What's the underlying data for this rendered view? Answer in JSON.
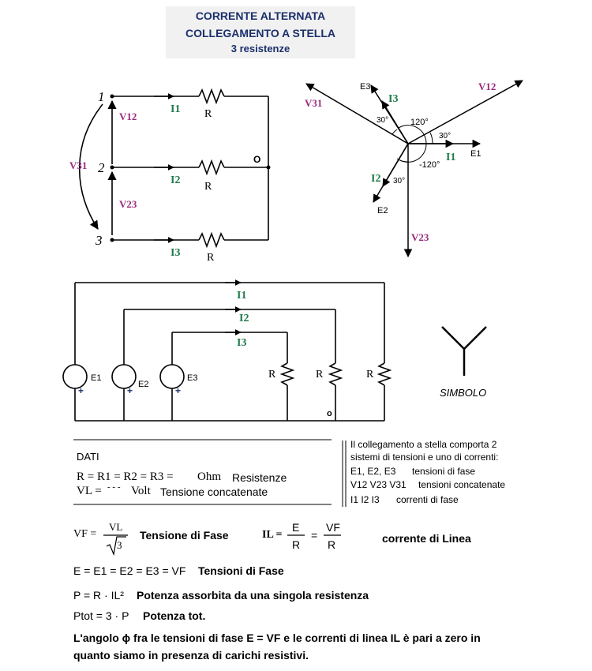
{
  "title": {
    "line1": "CORRENTE ALTERNATA",
    "line2": "COLLEGAMENTO A STELLA",
    "line3": "3 resistenze"
  },
  "colors": {
    "title": "#1a2f6b",
    "voltage": "#9a2a7d",
    "current": "#1f7a4a",
    "wire": "#000000"
  },
  "circuit1": {
    "node1": "1",
    "node2": "2",
    "node3": "3",
    "resistor": "R",
    "current1": "I1",
    "current2": "I2",
    "current3": "I3",
    "v12": "V12",
    "v23": "V23",
    "v31": "V31",
    "center": "O"
  },
  "phasor": {
    "e1": "E1",
    "e2": "E2",
    "e3": "E3",
    "i1": "I1",
    "i2": "I2",
    "i3": "I3",
    "v12": "V12",
    "v23": "V23",
    "v31": "V31",
    "angle120": "120°",
    "angleMinus120": "-120°",
    "angle30a": "30°",
    "angle30b": "30°",
    "angle30c": "30°"
  },
  "circuit2": {
    "current1": "I1",
    "current2": "I2",
    "current3": "I3",
    "source1": "E1",
    "source2": "E2",
    "source3": "E3",
    "resistor": "R",
    "plus": "+",
    "center": "o"
  },
  "symbol": {
    "label": "SIMBOLO"
  },
  "data": {
    "heading": "DATI",
    "resistances": "R = R1 = R2 = R3 =",
    "resistances_unit": "Ohm",
    "resistances_desc": "Resistenze",
    "voltage": "VL =",
    "voltage_value": "- - -",
    "voltage_unit": "Volt",
    "voltage_desc": "Tensione concatenate"
  },
  "notes": {
    "line1": "Il collegamento a stella comporta 2",
    "line2": "sistemi di tensioni e uno di correnti:",
    "line3_sym": "E1,   E2,   E3",
    "line3_desc": "tensioni di fase",
    "line4_sym": "V12   V23   V31",
    "line4_desc": "tensioni concatenate",
    "line5_sym": "I1   I2   I3",
    "line5_desc": "correnti di fase"
  },
  "formulas": {
    "vf_lhs": "VF =",
    "vf_num": "VL",
    "vf_den": "3",
    "vf_desc": "Tensione di Fase",
    "il_lhs": "IL =",
    "il_num1": "E",
    "il_den1": "R",
    "il_eq": "=",
    "il_num2": "VF",
    "il_den2": "R",
    "il_desc": "corrente di Linea",
    "e_eq": "E = E1 = E2 = E3 = VF",
    "e_desc": "Tensioni di Fase",
    "p_eq": "P = R · IL²",
    "p_desc": "Potenza assorbita da una singola resistenza",
    "ptot_eq": "Ptot = 3 · P",
    "ptot_desc": "Potenza tot.",
    "angle_line1": "L'angolo  ϕ  fra le tensioni di fase E = VF e le correnti di linea IL è pari a zero in",
    "angle_line2": "quanto siamo in presenza di carichi resistivi."
  }
}
